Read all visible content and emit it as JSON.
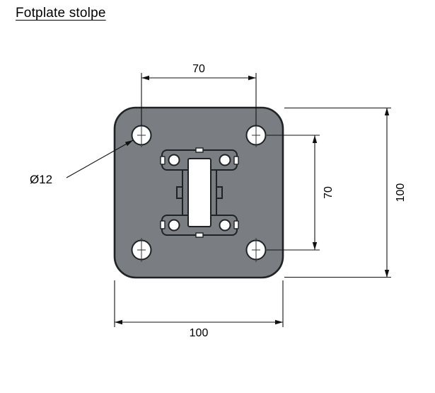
{
  "page": {
    "title": "Fotplate stolpe"
  },
  "drawing": {
    "labels": {
      "hole_spacing_top": "70",
      "hole_spacing_right": "70",
      "plate_height": "100",
      "plate_width": "100",
      "hole_diameter": "Ø12"
    },
    "colors": {
      "plate_fill": "#7a7e82",
      "detail_fill": "#ffffff",
      "line": "#1c1c1c",
      "background": "#ffffff"
    }
  }
}
